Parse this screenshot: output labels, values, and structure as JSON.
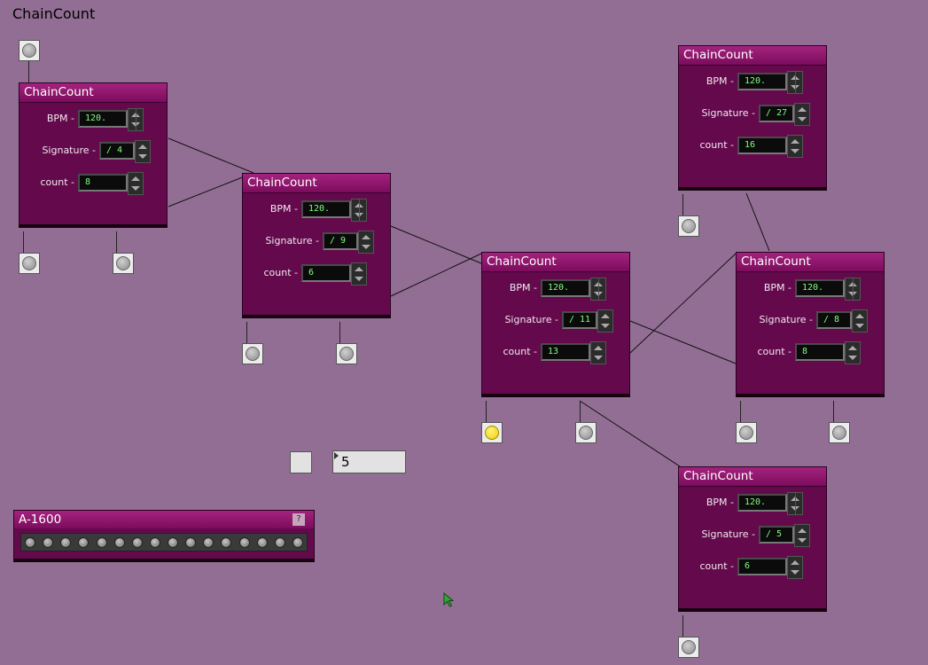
{
  "title": "ChainCount",
  "modules": [
    {
      "title": "ChainCount",
      "bpm_label": "BPM -",
      "bpm": "120.",
      "sig_label": "Signature -",
      "signature": "/ 4",
      "count_label": "count -",
      "count": "8"
    },
    {
      "title": "ChainCount",
      "bpm_label": "BPM -",
      "bpm": "120.",
      "sig_label": "Signature -",
      "signature": "/ 9",
      "count_label": "count -",
      "count": "6"
    },
    {
      "title": "ChainCount",
      "bpm_label": "BPM -",
      "bpm": "120.",
      "sig_label": "Signature -",
      "signature": "/ 11",
      "count_label": "count -",
      "count": "13"
    },
    {
      "title": "ChainCount",
      "bpm_label": "BPM -",
      "bpm": "120.",
      "sig_label": "Signature -",
      "signature": "/ 27",
      "count_label": "count -",
      "count": "16"
    },
    {
      "title": "ChainCount",
      "bpm_label": "BPM -",
      "bpm": "120.",
      "sig_label": "Signature -",
      "signature": "/ 8",
      "count_label": "count -",
      "count": "8"
    },
    {
      "title": "ChainCount",
      "bpm_label": "BPM -",
      "bpm": "120.",
      "sig_label": "Signature -",
      "signature": "/ 5",
      "count_label": "count -",
      "count": "6"
    }
  ],
  "number_box": {
    "value": "5"
  },
  "a1600": {
    "title": "A-1600",
    "help_label": "?",
    "knob_count": 16
  },
  "colors": {
    "background": "#926e94",
    "module": "#640a4c",
    "header": "#a3237e",
    "display_text": "#7fff7f",
    "active_port": "#f2cf00"
  },
  "icons": {
    "cursor": "mouse-pointer-icon",
    "port": "bang-port-icon"
  }
}
